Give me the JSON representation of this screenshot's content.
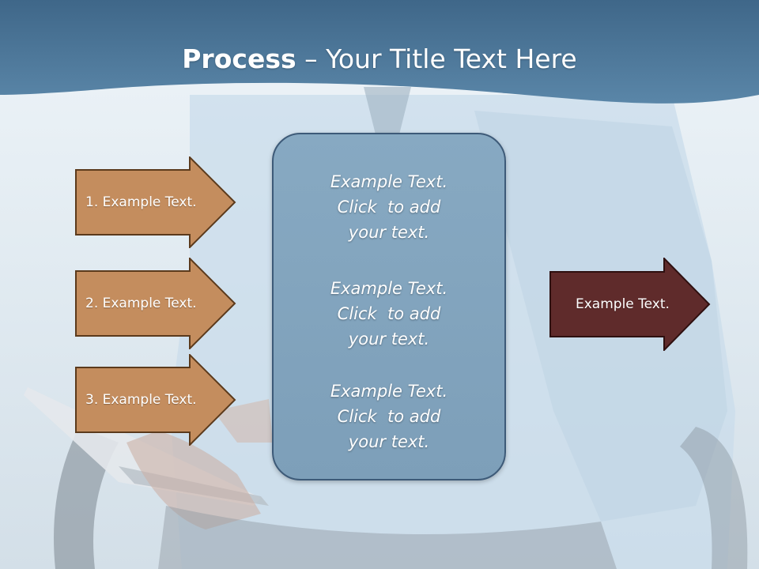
{
  "title": {
    "bold": "Process",
    "rest": " – Your Title Text Here"
  },
  "left_arrows": [
    {
      "label": "1. Example Text."
    },
    {
      "label": "2. Example Text."
    },
    {
      "label": "3. Example Text."
    }
  ],
  "center_box": {
    "blocks": [
      {
        "line1": "Example Text.",
        "line2": "Click  to add",
        "line3": "your text."
      },
      {
        "line1": "Example Text.",
        "line2": "Click  to add",
        "line3": "your text."
      },
      {
        "line1": "Example Text.",
        "line2": "Click  to add",
        "line3": "your text."
      }
    ]
  },
  "right_arrow": {
    "label": "Example Text."
  },
  "colors": {
    "title_band": "#4e7898",
    "left_arrow_fill": "#c48d5e",
    "right_arrow_fill": "#5f2b2b",
    "center_box_fill": "#84a6bf"
  }
}
